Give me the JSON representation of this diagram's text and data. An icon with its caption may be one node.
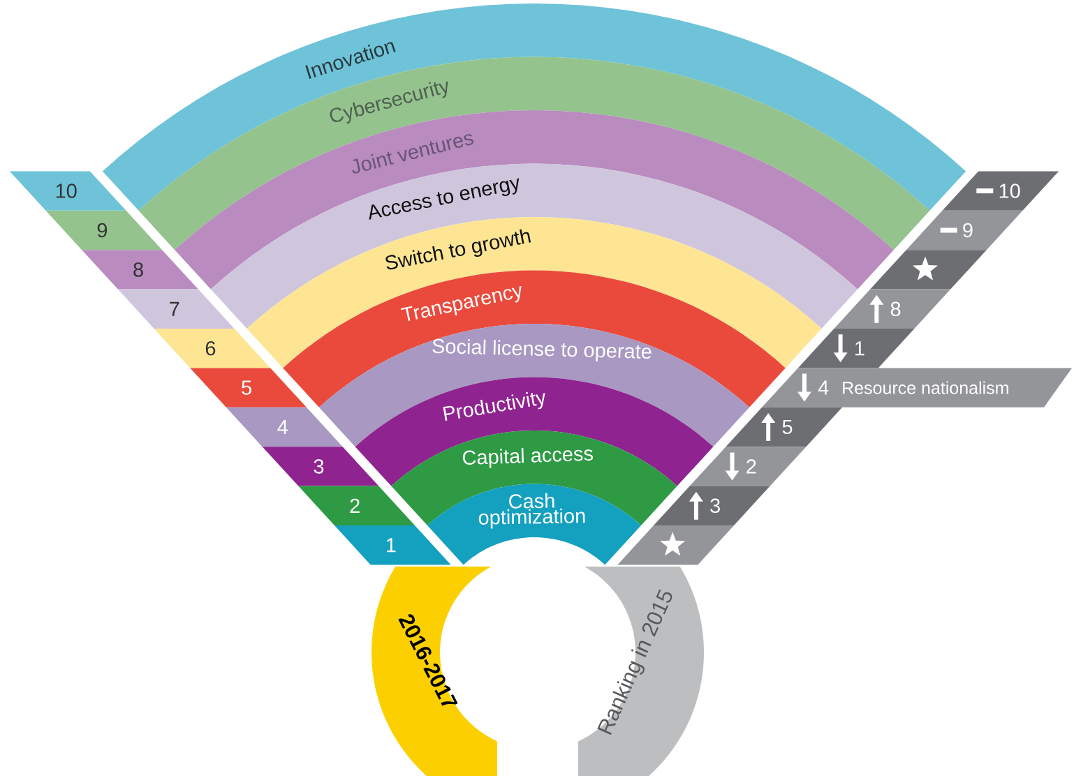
{
  "diagram": {
    "nodes": [
      {
        "text": [
          "Innovation"
        ]
      },
      {
        "text": [
          "Cybersecurity"
        ]
      },
      {
        "text": [
          "Joint ventures"
        ]
      },
      {
        "text": [
          "Access to energy"
        ]
      },
      {
        "text": [
          "Switch to growth"
        ]
      },
      {
        "text": [
          "Transparency"
        ]
      },
      {
        "text": [
          "Social license to operate"
        ]
      },
      {
        "text": [
          "Productivity"
        ]
      },
      {
        "text": [
          "Capital access"
        ]
      },
      {
        "text": [
          "Cash optimization"
        ]
      },
      {
        "text": [
          "10"
        ]
      },
      {
        "text": [
          "9"
        ]
      },
      {
        "text": [
          "8"
        ]
      },
      {
        "text": [
          "7"
        ]
      },
      {
        "text": [
          "6"
        ]
      },
      {
        "text": [
          "5"
        ]
      },
      {
        "text": [
          "4"
        ]
      },
      {
        "text": [
          "3"
        ]
      },
      {
        "text": [
          "2"
        ]
      },
      {
        "text": [
          "1"
        ]
      },
      {
        "text": [
          "10"
        ]
      },
      {
        "text": [
          "9"
        ]
      },
      {
        "text": [],
        "shape": "bar"
      },
      {
        "text": [
          "8"
        ]
      },
      {
        "text": [
          "1"
        ]
      },
      {
        "text": [
          "4",
          "Resource nationalism"
        ]
      },
      {
        "text": [
          "5"
        ]
      },
      {
        "text": [
          "2"
        ]
      },
      {
        "text": [
          "3"
        ]
      },
      {
        "text": [],
        "shape": "bar"
      },
      {
        "text": [
          "2016-2017"
        ]
      },
      {
        "text": [
          "Ranking in 2015"
        ]
      }
    ]
  }
}
